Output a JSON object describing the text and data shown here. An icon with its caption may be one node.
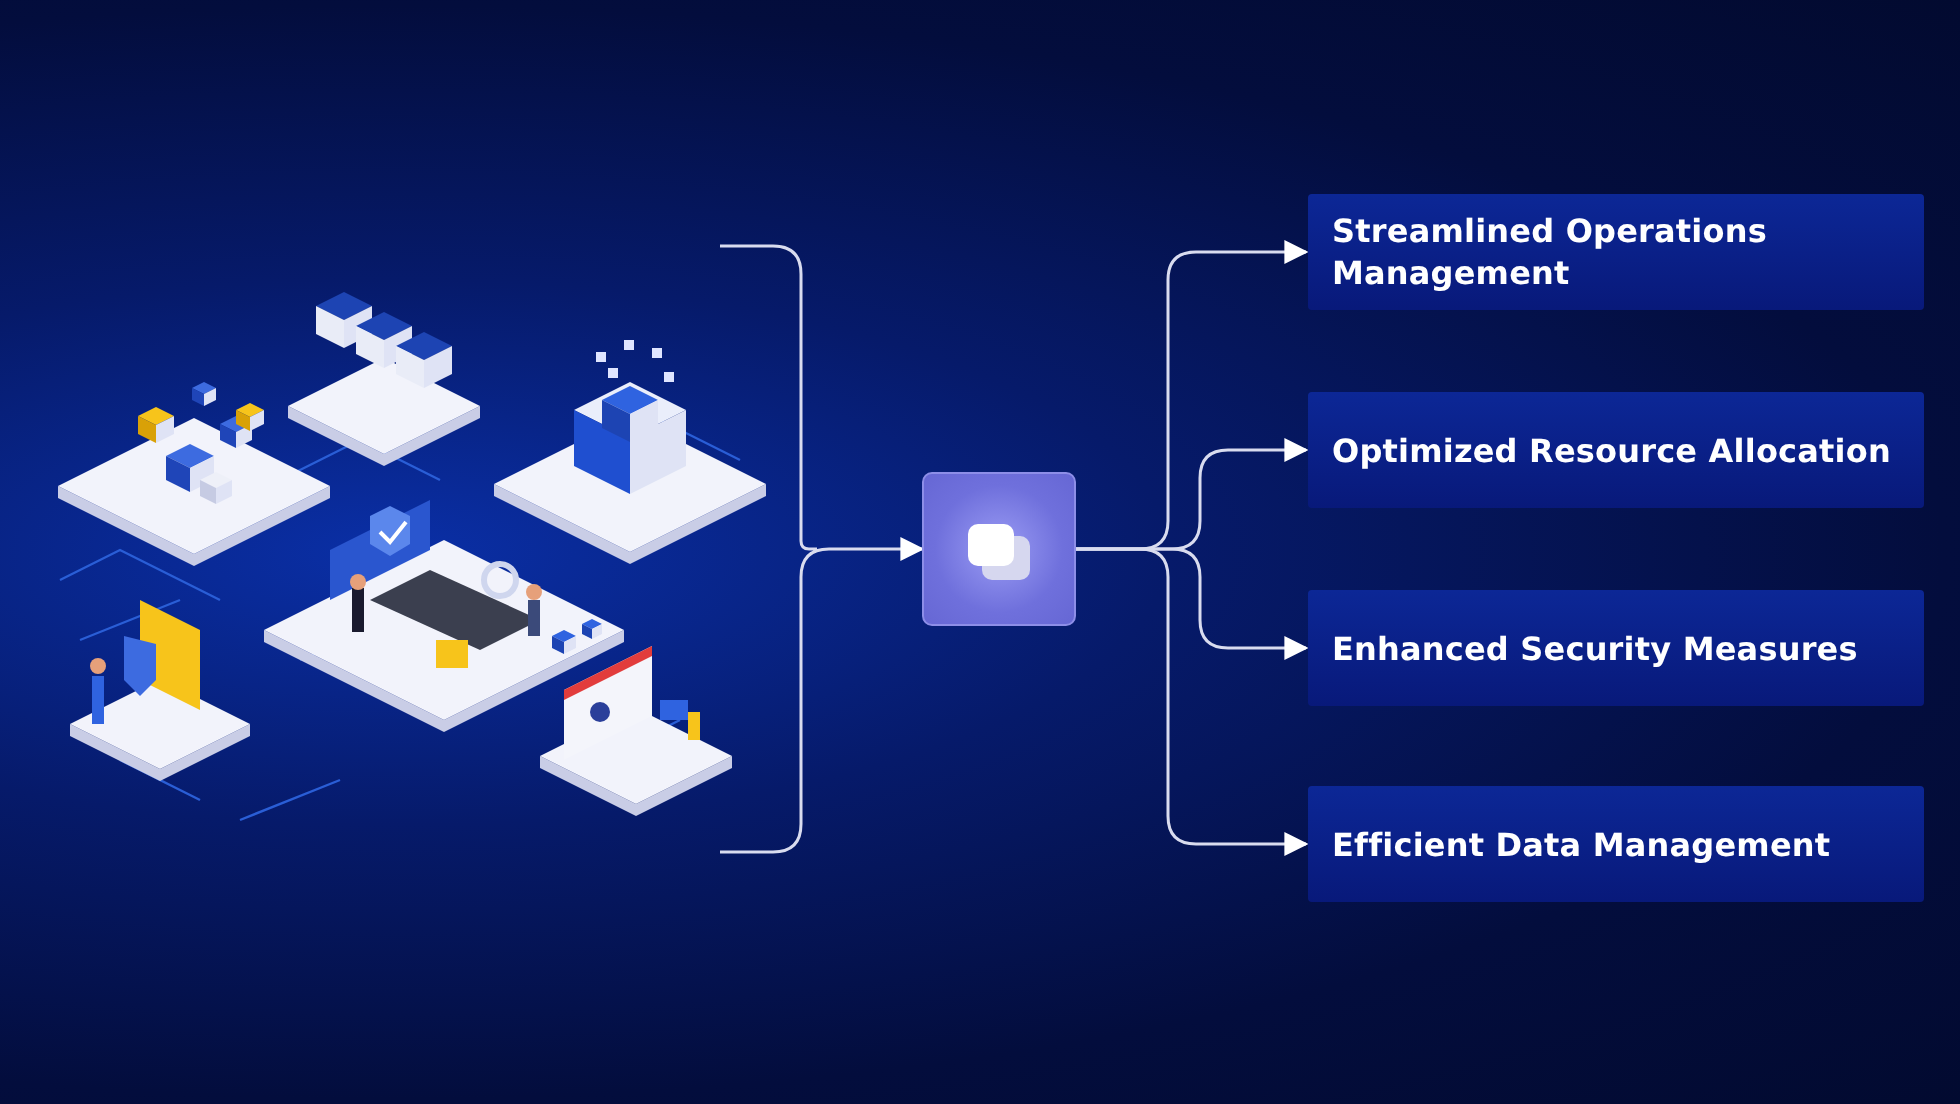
{
  "diagram": {
    "nodes": [
      {
        "text": [],
        "shape": "picture"
      },
      {
        "text": [],
        "shape": "box"
      },
      {
        "text": [
          "Streamlined Operations Management"
        ]
      },
      {
        "text": [
          "Optimized Resource Allocation"
        ]
      },
      {
        "text": [
          "Enhanced Security Measures"
        ]
      },
      {
        "text": [
          "Efficient Data Management"
        ]
      }
    ],
    "edges": [
      {
        "from": 0,
        "to": 1,
        "arrow": "to"
      },
      {
        "from": 1,
        "to": 2,
        "arrow": "to"
      },
      {
        "from": 1,
        "to": 3,
        "arrow": "to"
      },
      {
        "from": 1,
        "to": 4,
        "arrow": "to"
      },
      {
        "from": 1,
        "to": 5,
        "arrow": "to"
      }
    ]
  }
}
